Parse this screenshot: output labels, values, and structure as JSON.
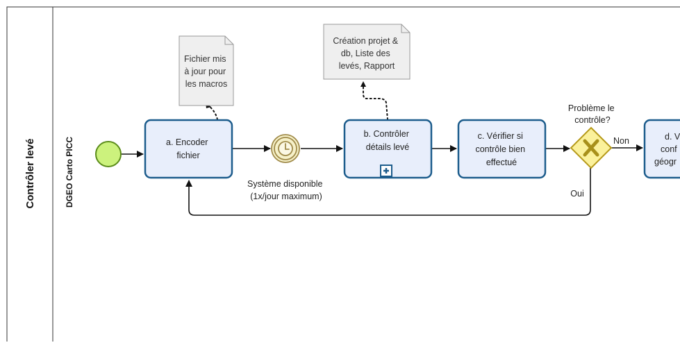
{
  "pool": {
    "title": "Contrôler levé",
    "lane": "DGEO Carto PICC"
  },
  "tasks": {
    "encode": [
      "a. Encoder",
      "fichier"
    ],
    "controle": [
      "b. Contrôler",
      "détails levé"
    ],
    "verifier": [
      "c. Vérifier si",
      "contrôle bien",
      "effectué"
    ],
    "partial": [
      "d. V",
      "conf",
      "géogr"
    ]
  },
  "documents": {
    "macros": [
      "Fichier mis",
      "à jour pour",
      "les macros"
    ],
    "creation": [
      "Création projet &",
      "db, Liste des",
      "levés, Rapport"
    ]
  },
  "timer": {
    "label": [
      "Système disponible",
      "(1x/jour maximum)"
    ]
  },
  "gateway": {
    "question": [
      "Problème le",
      "contrôle?"
    ],
    "no": "Non",
    "yes": "Oui"
  },
  "colors": {
    "task_fill": "#e8eefb",
    "task_stroke": "#1c5c8c",
    "start_fill": "#ccf27d",
    "start_stroke": "#5b8c1a",
    "gateway_fill": "#fbf19b",
    "gateway_stroke": "#b69a1a",
    "timer_fill": "#f6f1c9",
    "timer_stroke": "#a08b4a",
    "doc_fill": "#efefef",
    "doc_stroke": "#999999"
  }
}
